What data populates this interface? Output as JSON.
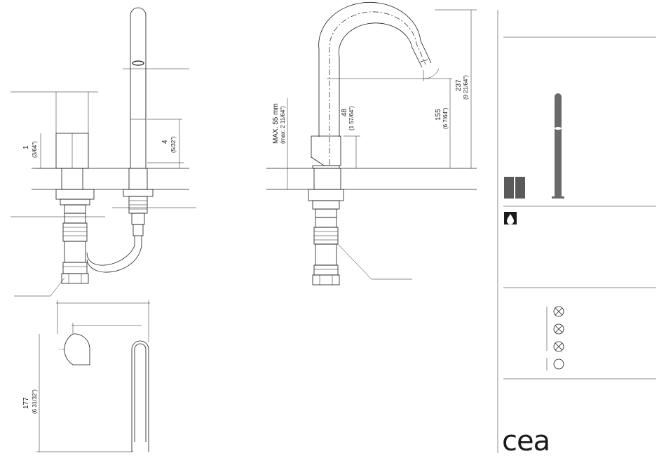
{
  "front_view": {
    "dim_1": {
      "value": "1",
      "imperial": "(3/64\")"
    },
    "dim_4": {
      "value": "4",
      "imperial": "(5/32\")"
    }
  },
  "top_view": {
    "dim_177": {
      "value": "177",
      "imperial": "(6 31/32\")"
    }
  },
  "side_view": {
    "dim_max": {
      "value": "MAX. 55 mm",
      "imperial": "(max. 2 11/64\")"
    },
    "dim_48": {
      "value": "48",
      "imperial": "(1 57/64\")"
    },
    "dim_155": {
      "value": "155",
      "imperial": "(6 7/64\")"
    },
    "dim_237": {
      "value": "237",
      "imperial": "(9 21/64\")"
    }
  },
  "brand": {
    "logo_text": "cea"
  },
  "icons": {
    "water": "water-drop-icon",
    "finishes": [
      "crossed-circle-icon",
      "crossed-circle-icon",
      "crossed-circle-icon",
      "empty-circle-icon"
    ]
  }
}
